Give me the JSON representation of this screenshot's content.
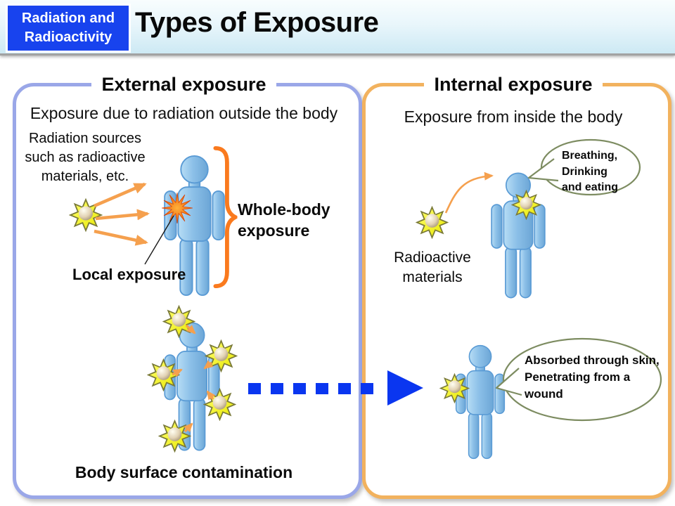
{
  "header": {
    "badge": "Radiation and\nRadioactivity",
    "title": "Types of Exposure"
  },
  "external": {
    "title": "External exposure",
    "subtitle": "Exposure due to radiation outside the body",
    "source_label": "Radiation sources\nsuch as radioactive\nmaterials, etc.",
    "whole_body_label": "Whole-body\nexposure",
    "local_label": "Local exposure",
    "contamination_label": "Body surface contamination"
  },
  "internal": {
    "title": "Internal exposure",
    "subtitle": "Exposure from inside the body",
    "intake_bubble": "Breathing,\nDrinking\nand eating",
    "materials_label": "Radioactive\nmaterials",
    "absorption_bubble": "Absorbed through skin,\nPenetrating from a\nwound"
  },
  "colors": {
    "badge_blue": "#1843ee",
    "external_border": "#9aa7e8",
    "internal_border": "#f2b25e",
    "arrow_orange": "#f5a04e",
    "brace_orange": "#fa7a1e",
    "dashed_arrow_blue": "#0a36f0",
    "bubble_border_olive": "#7d8c61",
    "person_blue": "#7fb8e4",
    "star_yellow": "#f5f53c",
    "burst_orange": "#e84e00"
  }
}
